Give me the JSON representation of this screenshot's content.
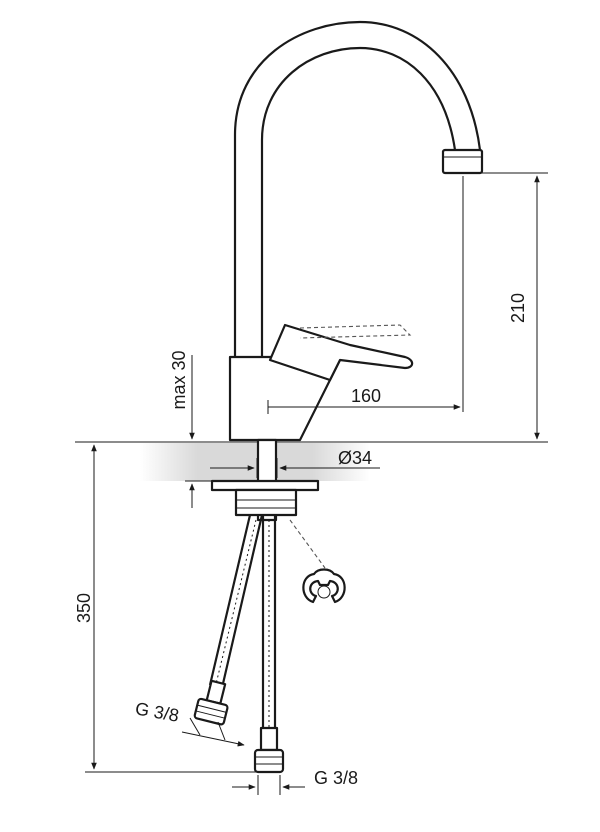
{
  "dimensions": {
    "spout_height": "210",
    "spout_reach": "160",
    "max_deck_thickness": "max 30",
    "hole_diameter": "Ø34",
    "hose_length": "350",
    "connection_left": "G 3/8",
    "connection_bottom": "G 3/8"
  },
  "colors": {
    "line": "#1a1a1a",
    "deck_shade": "#d9d9d9"
  }
}
